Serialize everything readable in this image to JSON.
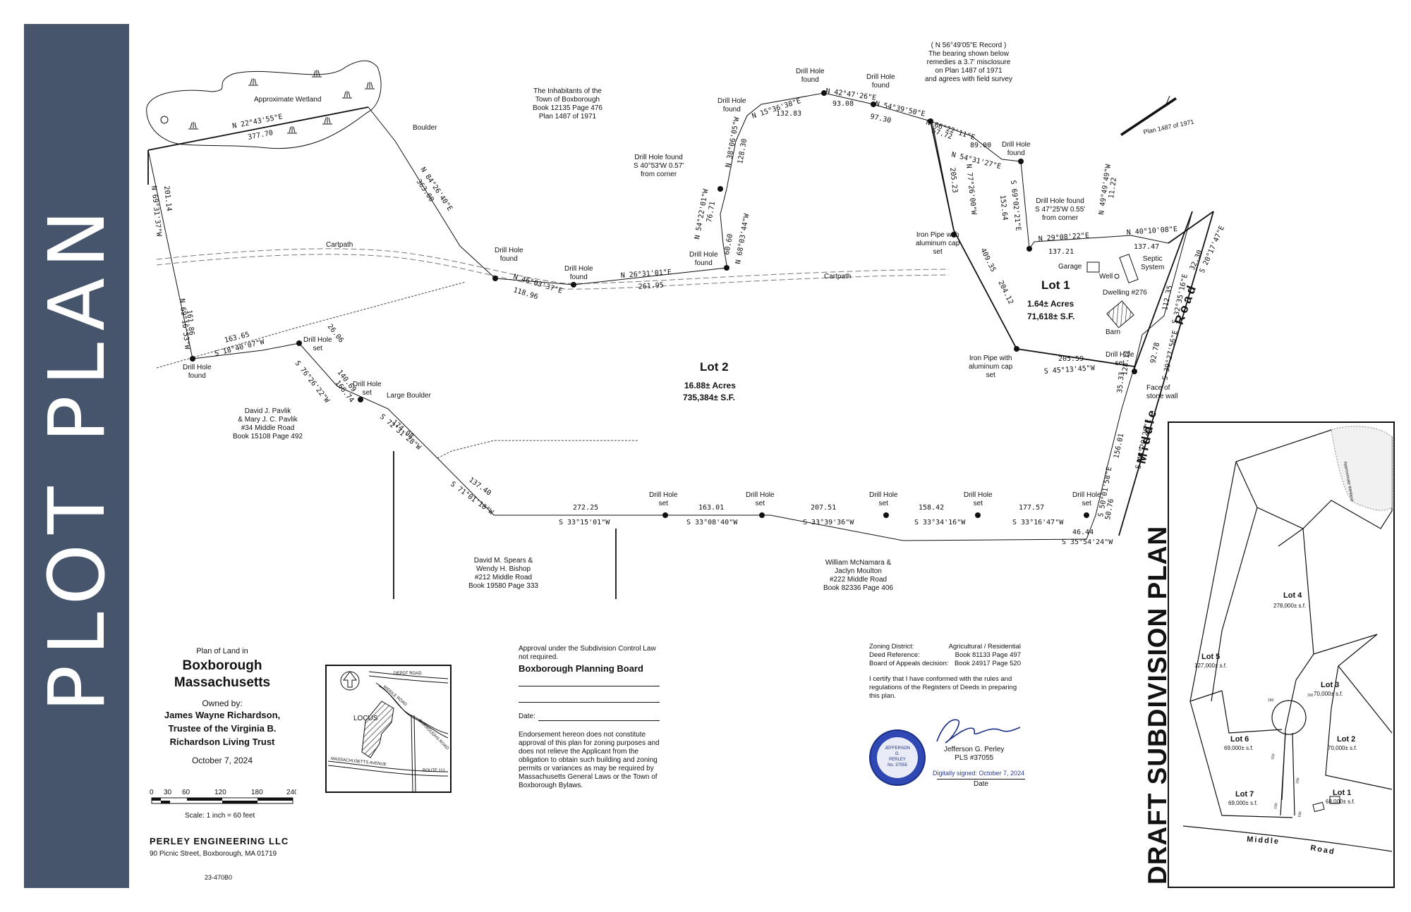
{
  "sidebar": {
    "title": "PLOT PLAN"
  },
  "survey": {
    "approximate_wetland": "Approximate Wetland",
    "boulder": "Boulder",
    "large_boulder": "Large Boulder",
    "inhabitants": [
      "The Inhabitants of the",
      "Town of Boxborough",
      "Book 12135 Page 476",
      "Plan 1487 of 1971"
    ],
    "record_note": [
      "( N 56°49'05\"E Record )",
      "The bearing shown below",
      "remedies a 3.7' misclosure",
      "on Plan 1487 of 1971",
      "and agrees with field survey"
    ],
    "plan_ref": "Plan 1487 of 1971",
    "cartpath": "Cartpath",
    "drill_hole_found": [
      "Drill Hole",
      "found"
    ],
    "drill_hole_set": [
      "Drill Hole",
      "set"
    ],
    "drill_hole_offset_1": [
      "Drill Hole found",
      "S 40°53'W 0.57'",
      "from corner"
    ],
    "drill_hole_offset_2": [
      "Drill Hole found",
      "S 47°25'W 0.55'",
      "from corner"
    ],
    "iron_pipe": [
      "Iron Pipe with",
      "aluminum cap",
      "set"
    ],
    "face_of_wall": [
      "Face of",
      "stone wall"
    ],
    "road_name_1": "Middle",
    "road_name_2": "Road",
    "bearings": [
      {
        "b": "N 22°43'55\"E",
        "d": "377.70"
      },
      {
        "b": "N 84°26'40\"E",
        "d": "363.00"
      },
      {
        "b": "N 46°03'37\"E",
        "d": "118.96"
      },
      {
        "b": "N 26°31'01\"E",
        "d": "261.95"
      },
      {
        "b": "N 54°22'01\"W",
        "d": "76.71"
      },
      {
        "b": "N 68°03'44\"W",
        "d": "60.60"
      },
      {
        "b": "N 38°06'05\"W",
        "d": "128.30"
      },
      {
        "b": "N 15°36'38\"E",
        "d": "132.83"
      },
      {
        "b": "N 42°47'26\"E",
        "d": "93.08"
      },
      {
        "b": "N 54°39'50\"E",
        "d": "97.30"
      },
      {
        "b": "N 66°22'11\"E",
        "d": "57.72"
      },
      {
        "b": "N 54°31'27\"E",
        "d": "89.00"
      },
      {
        "b": "S 69°02'21\"E",
        "d": "152.64"
      },
      {
        "b": "N 29°08'22\"E",
        "d": "137.21"
      },
      {
        "b": "N 40°10'08\"E",
        "d": "137.47"
      },
      {
        "b": "N 49°49'49\"W",
        "d": "11.22"
      },
      {
        "b": "S 20°17'47\"E",
        "d": "32.30"
      },
      {
        "b": "S 32°35'16\"E",
        "d": "112.35"
      },
      {
        "b": "S 39°27'56\"E",
        "d": "92.78"
      },
      {
        "b": "N 77°26'00\"W",
        "d": "205.23"
      },
      {
        "b": "409.35",
        "d": "204.12"
      },
      {
        "b": "S 45°13'45\"W",
        "d": "205.59"
      },
      {
        "b": "128.11",
        "d": "35.33"
      },
      {
        "b": "S 48°20'26\"E",
        "d": "156.01"
      },
      {
        "b": "S 50°01'58\"E",
        "d": "50.76"
      },
      {
        "b": "S 35°54'24\"W",
        "d": "46.44"
      },
      {
        "b": "S 33°16'47\"W",
        "d": "177.57"
      },
      {
        "b": "S 33°34'16\"W",
        "d": "158.42"
      },
      {
        "b": "S 33°39'36\"W",
        "d": "207.51"
      },
      {
        "b": "S 33°08'40\"W",
        "d": "163.01"
      },
      {
        "b": "S 33°15'01\"W",
        "d": "272.25"
      },
      {
        "b": "S 71°01'10\"W",
        "d": "137.40"
      },
      {
        "b": "S 72°31'28\"W",
        "d": "174.08"
      },
      {
        "b": "S 76°26'22\"W",
        "d": "166.74"
      },
      {
        "b": "140.69",
        "d": "26.06"
      },
      {
        "b": "S 18°40'07\"W",
        "d": "163.65"
      },
      {
        "b": "N 69°16'53\"W",
        "d": "161.86"
      },
      {
        "b": "N 69°31'37\"W",
        "d": "201.14"
      }
    ],
    "lot1": {
      "name": "Lot 1",
      "acres": "1.64± Acres",
      "sf": "71,618± S.F."
    },
    "lot2": {
      "name": "Lot 2",
      "acres": "16.88± Acres",
      "sf": "735,384± S.F."
    },
    "garage": "Garage",
    "well": "Well",
    "septic": [
      "Septic",
      "System"
    ],
    "dwelling": "Dwelling #276",
    "barn": "Barn",
    "abutter_pavlik": [
      "David J. Pavlik",
      "& Mary J. C. Pavlik",
      "#34 Middle Road",
      "Book 15108 Page 492"
    ],
    "abutter_spears": [
      "David M. Spears &",
      "Wendy H. Bishop",
      "#212 Middle Road",
      "Book 19580 Page 333"
    ],
    "abutter_mcnamara": [
      "William McNamara &",
      "Jaclyn Moulton",
      "#222 Middle Road",
      "Book 82336 Page 406"
    ]
  },
  "title_block": {
    "plan_of_land": "Plan of Land in",
    "town": "Boxborough",
    "state": "Massachusetts",
    "owned_by": "Owned by:",
    "owner": [
      "James Wayne Richardson,",
      "Trustee of the Virginia B.",
      "Richardson Living Trust"
    ],
    "date": "October 7, 2024",
    "scale_ticks": [
      "0",
      "30",
      "60",
      "120",
      "180",
      "240"
    ],
    "scale_text": "Scale: 1 inch = 60 feet",
    "firm": "PERLEY ENGINEERING LLC",
    "firm_address": "90 Picnic Street,  Boxborough,  MA  01719",
    "job": "23-470B0"
  },
  "locus": {
    "label": "LOCUS",
    "roads": [
      "DEPOT ROAD",
      "MIDDLE ROAD",
      "BURROUGHS ROAD",
      "MASSACHUSETTS AVENUE",
      "ROUTE 111"
    ]
  },
  "approval": {
    "heading": [
      "Approval under the Subdivision Control Law",
      "not required."
    ],
    "board": "Boxborough Planning Board",
    "date_label": "Date:",
    "endorsement": [
      "Endorsement hereon does not constitute",
      "approval of this plan for zoning purposes and",
      "does not relieve the Applicant from the",
      "obligation to obtain such building and zoning",
      "permits or variances as may be required by",
      "Massachusetts General Laws or the Town of",
      "Boxborough Bylaws."
    ]
  },
  "zoning": {
    "rows": [
      {
        "k": "Zoning District:",
        "v": "Agricultural / Residential"
      },
      {
        "k": "Deed Reference:",
        "v": "Book 81133 Page 497"
      },
      {
        "k": "Board of Appeals decision:",
        "v": "Book 24917 Page 520"
      }
    ],
    "certification": [
      "I certify that I have conformed with the rules and",
      "regulations of the Registers of Deeds in preparing",
      "this plan."
    ],
    "signer": "Jefferson G. Perley",
    "license": "PLS #37055",
    "digital": "Digitally signed: October 7, 2024",
    "date_label": "Date",
    "seal_text": [
      "JEFFERSON",
      "G.",
      "PERLEY",
      "No. 37055"
    ]
  },
  "draft": {
    "title": "DRAFT SUBDIVISION PLAN",
    "lots": [
      {
        "name": "Lot 4",
        "area": "278,000± s.f."
      },
      {
        "name": "Lot 5",
        "area": "127,000± s.f."
      },
      {
        "name": "Lot 3",
        "area": "70,000± s.f."
      },
      {
        "name": "Lot 6",
        "area": "69,000± s.f."
      },
      {
        "name": "Lot 2",
        "area": "70,000± s.f."
      },
      {
        "name": "Lot 7",
        "area": "69,000± s.f."
      },
      {
        "name": "Lot 1",
        "area": "68,000± s.f."
      }
    ],
    "road_1": "Middle",
    "road_2": "Road",
    "dims": [
      "150",
      "150",
      "150",
      "290",
      "190",
      "180"
    ],
    "wetland": "Approximate Wetland"
  }
}
